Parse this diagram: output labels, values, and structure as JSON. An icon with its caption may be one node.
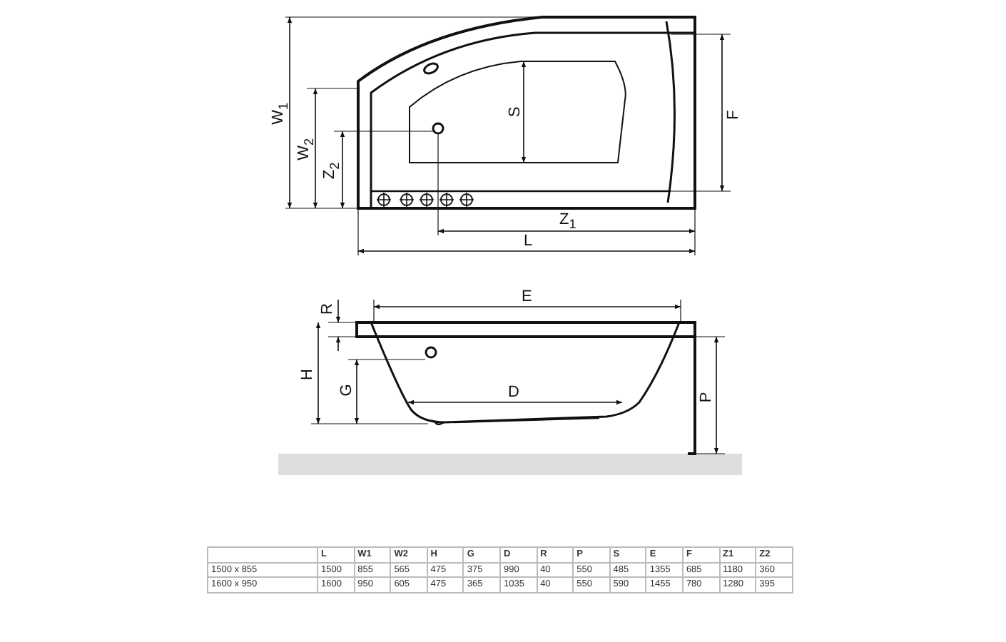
{
  "diagram": {
    "labels": [
      "W$_{1}$",
      "W$_{2}$",
      "Z$_{2}$",
      "S",
      "F",
      "Z$_{1}$",
      "L",
      "R",
      "E",
      "H",
      "G",
      "D",
      "P",
      "L",
      "W1",
      "W2",
      "H",
      "G",
      "D",
      "R",
      "P",
      "S",
      "E",
      "F",
      "Z1",
      "Z2",
      "1500 x 855",
      "1500",
      "855",
      "565",
      "475",
      "375",
      "990",
      "40",
      "550",
      "485",
      "1355",
      "685",
      "1180",
      "360",
      "1600 x 950",
      "1600",
      "950",
      "605",
      "475",
      "365",
      "1035",
      "40",
      "550",
      "590",
      "1455",
      "780",
      "1280",
      "395"
    ]
  }
}
